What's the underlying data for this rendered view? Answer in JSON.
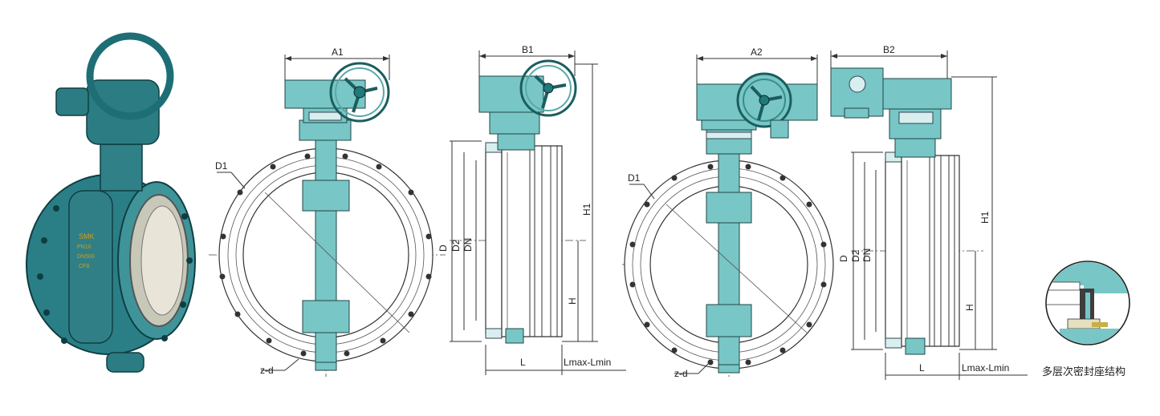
{
  "labels": {
    "a1": "A1",
    "b1": "B1",
    "a2": "A2",
    "b2": "B2",
    "h1_left": "H1",
    "h1_right": "H1",
    "h_left": "H",
    "h_right": "H",
    "d1_left": "D1",
    "d1_right": "D1",
    "zd_left": "z-d",
    "zd_right": "z-d",
    "d_left": "D",
    "d2_left": "D2",
    "dn_left": "DN",
    "d_right": "D",
    "d2_right": "D2",
    "dn_right": "DN",
    "l_left": "L",
    "l_right": "L",
    "lmaxmin_left": "Lmax-Lmin",
    "lmaxmin_right": "Lmax-Lmin",
    "caption": "多层次密封座结构",
    "nameplate_1": "SMK",
    "nameplate_2": "PN10",
    "nameplate_3": "DN500",
    "nameplate_4": "CF8"
  },
  "colors": {
    "valve_teal": "#2a7f86",
    "drawing_teal": "#78c6c6",
    "dark_teal": "#1f7a7a",
    "line": "#333333"
  }
}
